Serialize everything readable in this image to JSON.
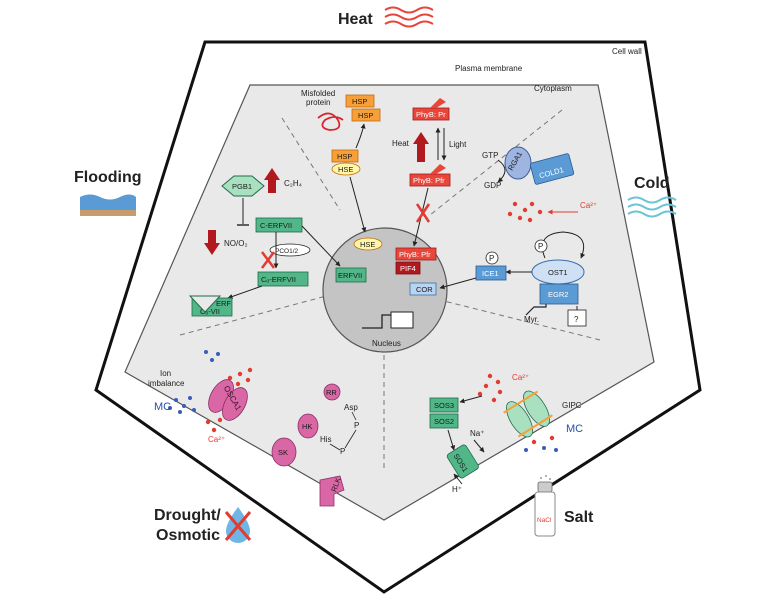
{
  "stress_labels": {
    "heat": "Heat",
    "cold": "Cold",
    "flooding": "Flooding",
    "salt": "Salt",
    "drought_line1": "Drought/",
    "drought_line2": "Osmotic"
  },
  "compartments": {
    "cell_wall": "Cell wall",
    "plasma_membrane": "Plasma membrane",
    "cytoplasm": "Cytoplasm",
    "nucleus": "Nucleus"
  },
  "heat_module": {
    "misfolded_line1": "Misfolded",
    "misfolded_line2": "protein",
    "hsp_top": "HSP",
    "hsp_bottom": "HSP",
    "hsp_free": "HSP",
    "hse": "HSE",
    "phyb_pr": "PhyB: Pr",
    "heat_word": "Heat",
    "light_word": "Light",
    "phyb_pfr": "PhyB: Pfr"
  },
  "nucleus_module": {
    "hse": "HSE",
    "phyb_pfr": "PhyB: Pfr",
    "pif4": "PIF4",
    "cor": "COR",
    "erfvii": "ERFVII"
  },
  "flooding_module": {
    "pgb1": "PGB1",
    "c2h4": "C₂H₄",
    "no_o2": "NO/O₂",
    "pco": "PCO1/2",
    "c_erfvii": "C-ERFVII",
    "cox_erfvii": "Cₒ-ERFVII",
    "degraded_top": "ERF",
    "degraded_bottom": "Cₒ-VII"
  },
  "cold_module": {
    "gtp": "GTP",
    "gdp": "GDP",
    "rga1": "RGA1",
    "cold1": "COLD1",
    "ca": "Ca²⁺",
    "ice1": "ICE1",
    "ost1": "OST1",
    "egr2": "EGR2",
    "myr": "Myr.",
    "unknown": "?",
    "p": "P"
  },
  "drought_module": {
    "ion_line1": "Ion",
    "ion_line2": "imbalance",
    "mc": "MC",
    "osca1": "OSCA1",
    "ca": "Ca²⁺",
    "rr": "RR",
    "asp": "Asp",
    "p": "P",
    "hk": "HK",
    "his": "His",
    "p2": "P",
    "sk": "SK",
    "rlk": "RLK"
  },
  "salt_module": {
    "ca": "Ca²⁺",
    "sos3": "SOS3",
    "sos2": "SOS2",
    "sos1": "SOS1",
    "na": "Na⁺",
    "h": "H⁺",
    "gipc": "GIPC",
    "mc": "MC",
    "nacl": "NaCl"
  },
  "colors": {
    "orange": "#f7a03a",
    "red": "#e23b30",
    "dark_red": "#b2191e",
    "green": "#52b788",
    "blue": "#5b9bd5",
    "pink": "#d966a5",
    "cytoplasm": "#e9e9e9",
    "nucleus": "#c4c4c4"
  }
}
